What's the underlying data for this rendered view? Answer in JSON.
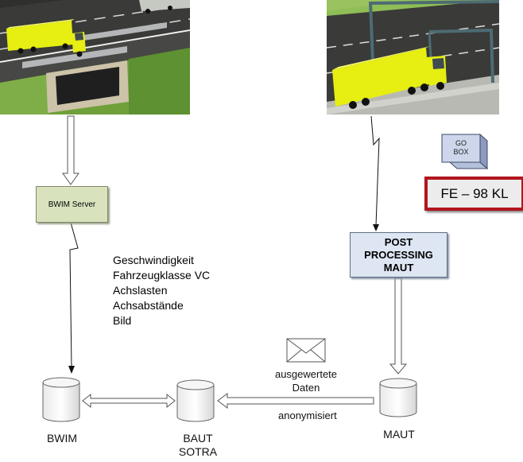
{
  "server_box": {
    "label": "BWIM Server"
  },
  "post_processing_box": {
    "lines": [
      "POST",
      "PROCESSING",
      "MAUT"
    ]
  },
  "go_box": {
    "line1": "GO",
    "line2": "BOX"
  },
  "license_plate": {
    "text": "FE – 98 KL"
  },
  "measurements": [
    "Geschwindigkeit",
    "Fahrzeugklasse VC",
    "Achslasten",
    "Achsabstände",
    "Bild"
  ],
  "message_label": {
    "line1": "ausgewertete",
    "line2": "Daten"
  },
  "anonymized_label": "anonymisiert",
  "databases": {
    "bwim": "BWIM",
    "baut_line1": "BAUT",
    "baut_line2": "SOTRA",
    "maut": "MAUT"
  },
  "colors": {
    "truck_yellow": "#e6ee12",
    "road_dark": "#3a3a38",
    "grass_green": "#6fa03a",
    "server_box_fill": "#d8e3be",
    "post_box_fill": "#dde6f2",
    "plate_border": "#b2151d"
  }
}
